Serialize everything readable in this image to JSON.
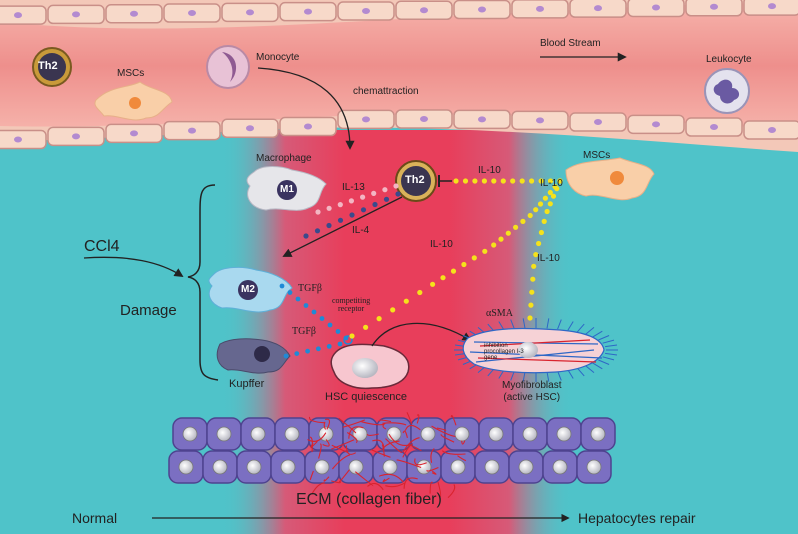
{
  "vessel": {
    "th2": "Th2",
    "mscs": "MSCs",
    "monocyte": "Monocyte",
    "blood_stream": "Blood Stream",
    "leukocyte": "Leukocyte",
    "chemattraction": "chemattraction"
  },
  "tissue": {
    "macrophage": "Macrophage",
    "m1": "M1",
    "m2": "M2",
    "th2": "Th2",
    "il13": "IL-13",
    "il4": "IL-4",
    "il10_a": "IL-10",
    "il10_b": "IL-10",
    "il10_c": "IL-10",
    "il10_d": "IL-10",
    "mscs": "MSCs",
    "ccl4": "CCl4",
    "damage": "Damage",
    "tgfb_a": "TGFβ",
    "tgfb_b": "TGFβ",
    "competing_receptor": "competiting\nreceptor",
    "asma": "αSMA",
    "inhibition_text": "inhibition\nprocollagen I-3\ngene",
    "kupffer": "Kupffer",
    "hsc_quiescence": "HSC quiescence",
    "myofibroblast": "Myofibroblast\n(active HSC)"
  },
  "bottom": {
    "ecm": "ECM (collagen fiber)",
    "normal": "Normal",
    "repair": "Hepatocytes repair"
  },
  "colors": {
    "tissue_bg": "#4fc3c9",
    "vessel": "#f2a6a0",
    "band": "#e8445f",
    "il10_dots": "#f5e21b",
    "th2_dots_light": "#f3b6c3",
    "th2_dots_dark": "#3a4a8c",
    "tgfb_dots": "#1f8ad6",
    "hepatocyte": "#7b6fc2",
    "collagen": "#d9232e"
  }
}
